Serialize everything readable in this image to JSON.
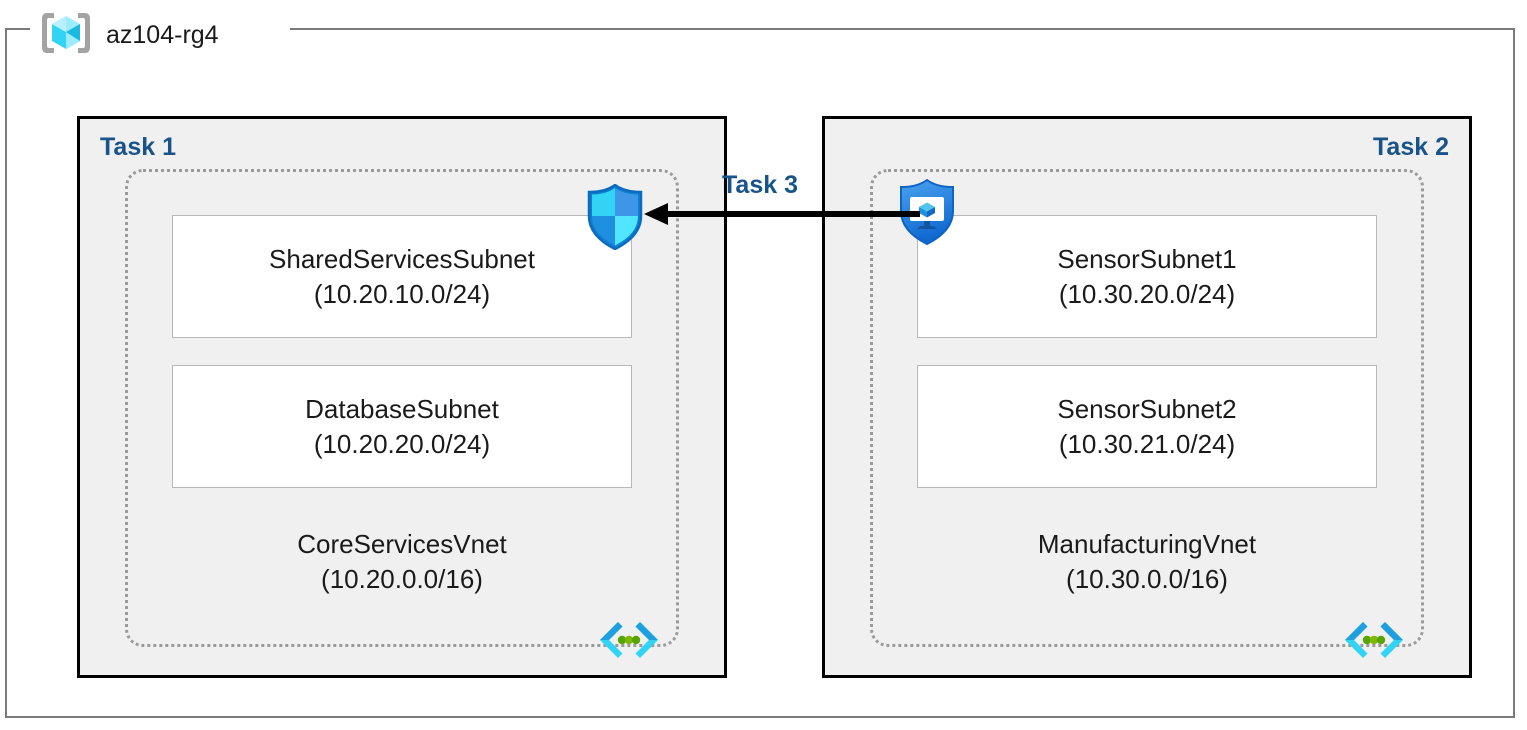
{
  "diagram": {
    "resource_group": {
      "name": "az104-rg4",
      "icon": "resource-group-cube-icon"
    },
    "connector": {
      "label": "Task 3",
      "direction": "right-to-left",
      "color": "#000000"
    },
    "colors": {
      "task_label": "#18548a",
      "panel_fill": "#f0f0f0",
      "panel_border": "#000000",
      "vnet_border": "#9b9b9b",
      "subnet_fill": "#ffffff",
      "subnet_border": "#b8b8b8",
      "rg_border": "#7a7a7a",
      "azure_blue": "#0078d4",
      "azure_cyan": "#50e6ff",
      "vnet_dot_green": "#57a300"
    },
    "panels": [
      {
        "task_label": "Task 1",
        "label_align": "left",
        "vnet": {
          "name": "CoreServicesVnet",
          "cidr": "(10.20.0.0/16)",
          "icon": "vnet-brackets-icon"
        },
        "subnets": [
          {
            "name": "SharedServicesSubnet",
            "cidr": "(10.20.10.0/24)"
          },
          {
            "name": "DatabaseSubnet",
            "cidr": "(10.20.20.0/24)"
          }
        ]
      },
      {
        "task_label": "Task 2",
        "label_align": "right",
        "vnet": {
          "name": "ManufacturingVnet",
          "cidr": "(10.30.0.0/16)",
          "icon": "vnet-brackets-icon"
        },
        "subnets": [
          {
            "name": "SensorSubnet1",
            "cidr": "(10.30.20.0/24)"
          },
          {
            "name": "SensorSubnet2",
            "cidr": "(10.30.21.0/24)"
          }
        ]
      }
    ],
    "security_icons": [
      {
        "name": "firewall-shield-icon",
        "attached_to": "CoreServicesVnet"
      },
      {
        "name": "network-security-group-icon",
        "attached_to": "ManufacturingVnet"
      }
    ]
  }
}
